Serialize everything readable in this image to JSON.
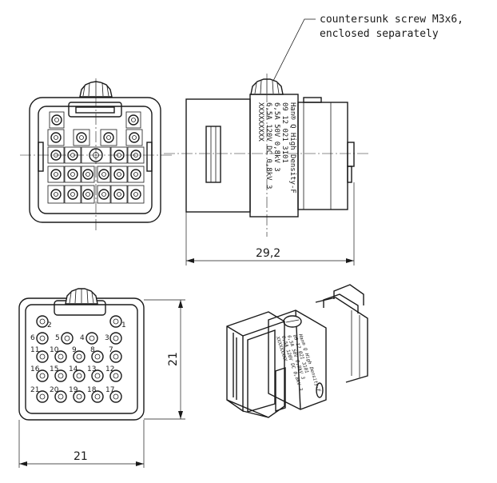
{
  "annotation": {
    "line1": "countersunk screw M3x6,",
    "line2": "enclosed separately"
  },
  "dimensions": {
    "length": "29,2",
    "height": "21",
    "width": "21"
  },
  "label": {
    "brand": "Han® Q High Density-F",
    "part_no": "09 12 021 3101",
    "rating1": "6,5A 50V 0,8kV 3",
    "rating2": "6,5A 120V DC 0,8kV 3",
    "code": "XXXXXXXXX"
  },
  "pins": [
    "1",
    "2",
    "3",
    "4",
    "5",
    "6",
    "7",
    "8",
    "9",
    "10",
    "11",
    "12",
    "13",
    "14",
    "15",
    "16",
    "17",
    "18",
    "19",
    "20",
    "21"
  ]
}
